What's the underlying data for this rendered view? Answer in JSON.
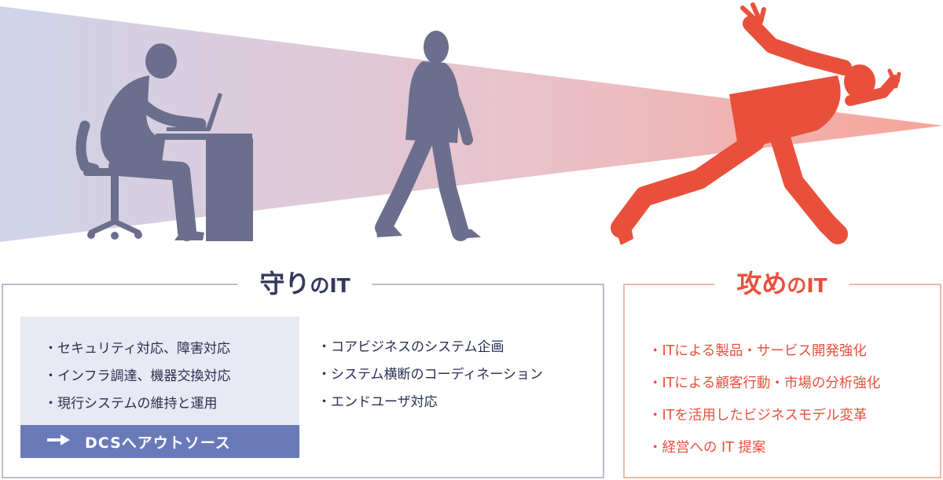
{
  "defense": {
    "title_main": "守り",
    "title_suffix": "のIT",
    "inner_items": [
      "セキュリティ対応、障害対応",
      "インフラ調達、機器交換対応",
      "現行システムの維持と運用"
    ],
    "outsource_label": "DCSへアウトソース",
    "other_items": [
      "コアビジネスのシステム企画",
      "システム横断のコーディネーション",
      "エンドユーザ対応"
    ]
  },
  "offense": {
    "title_main": "攻め",
    "title_suffix": "のIT",
    "items": [
      "ITによる製品・サービス開発強化",
      "ITによる顧客行動・市場の分析強化",
      "ITを活用したビジネスモデル変革",
      "経営への IT 提案"
    ]
  },
  "colors": {
    "navy": "#34395c",
    "figure": "#6b6e8c",
    "accent_red": "#e9503c",
    "bar_blue": "#6a7ab9",
    "panel_bg": "#e8e9f4",
    "gradient_start": "#cfd4ea",
    "gradient_end": "#f3a49a"
  },
  "icons": [
    "sitting-worker-icon",
    "walking-man-icon",
    "sprinting-runner-icon",
    "arrow-right-icon"
  ]
}
